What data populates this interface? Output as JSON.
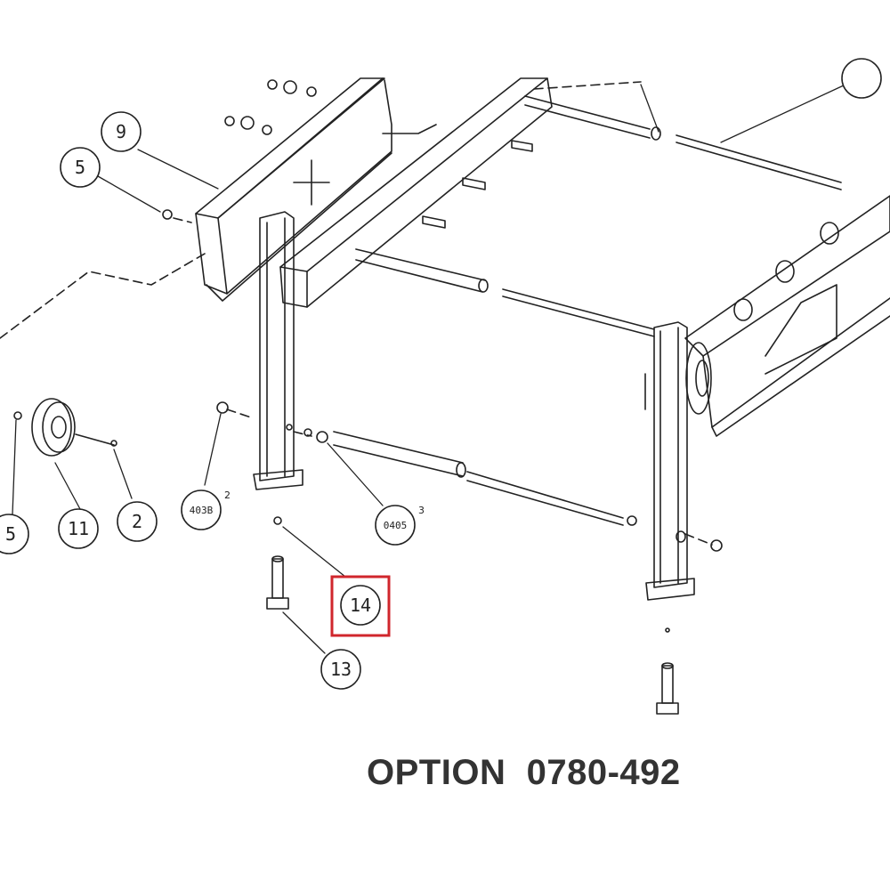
{
  "option": {
    "label": "OPTION",
    "number": "0780-492"
  },
  "callouts": {
    "c9": "9",
    "c5_top": "5",
    "c5_left": "5",
    "c11": "11",
    "c2": "2",
    "c403": "403B",
    "c403_sup": "2",
    "c0405": "0405",
    "c0405_sup": "3",
    "c14": "14",
    "c13": "13"
  },
  "colors": {
    "line": "#222222",
    "highlight": "#d0262c",
    "label": "#333333"
  },
  "highlighted_callout": "14"
}
